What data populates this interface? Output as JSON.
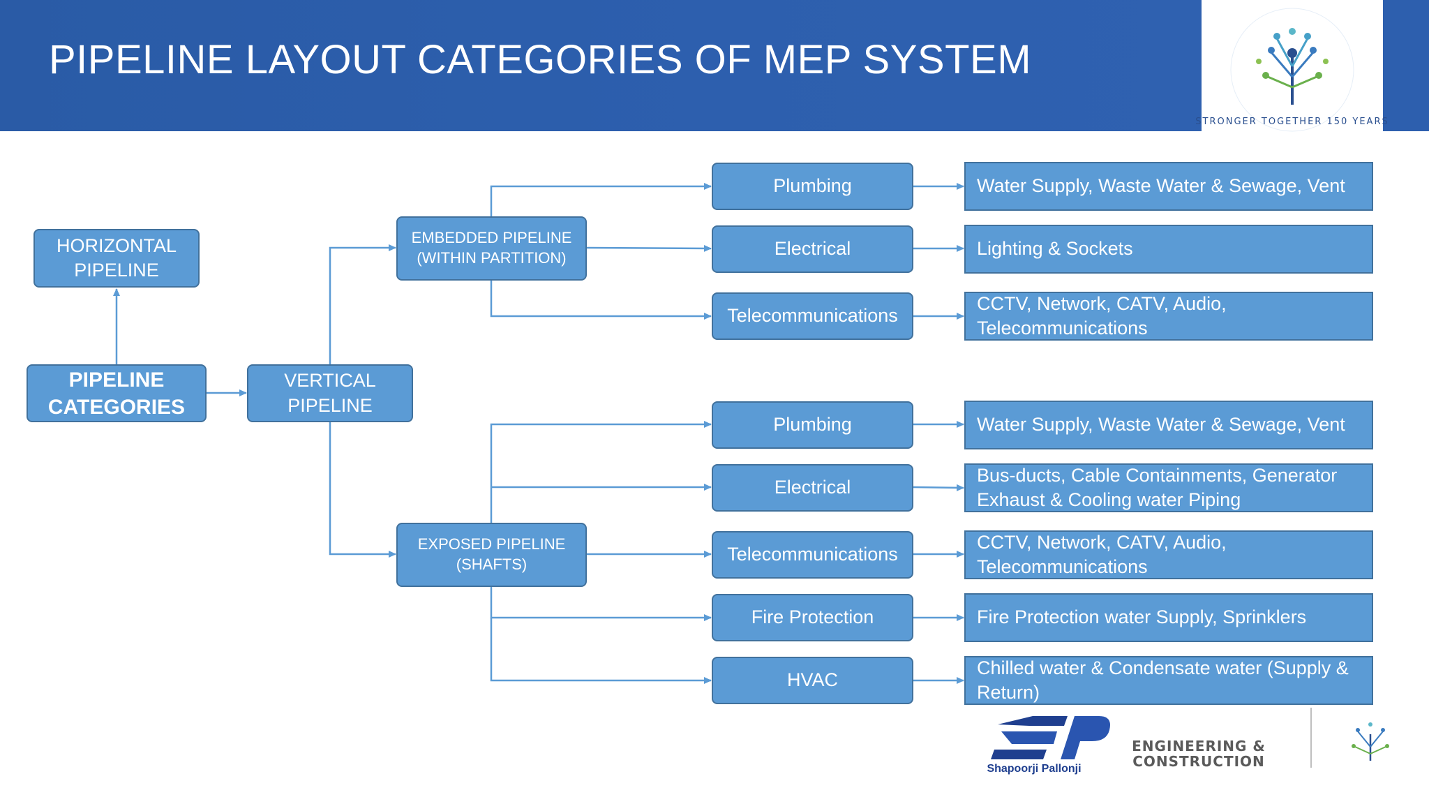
{
  "title": "PIPELINE LAYOUT CATEGORIES OF MEP SYSTEM",
  "colors": {
    "box": "#5b9bd5",
    "border": "#41719c",
    "header": "#2d5fae",
    "connector": "#5b9bd5"
  },
  "logo": {
    "ring_text": "STRONGER TOGETHER 150 YEARS"
  },
  "footer": {
    "brand": "Shapoorji Pallonji",
    "division_line1": "ENGINEERING &",
    "division_line2": "CONSTRUCTION"
  },
  "root": {
    "line1": "PIPELINE",
    "line2": "CATEGORIES"
  },
  "horizontal": {
    "line1": "HORIZONTAL",
    "line2": "PIPELINE"
  },
  "vertical": {
    "line1": "VERTICAL",
    "line2": "PIPELINE"
  },
  "embedded": {
    "line1": "EMBEDDED PIPELINE",
    "line2": "(WITHIN PARTITION)"
  },
  "exposed": {
    "line1": "EXPOSED PIPELINE",
    "line2": "(SHAFTS)"
  },
  "embedded_items": [
    {
      "category": "Plumbing",
      "details": "Water Supply, Waste Water & Sewage, Vent"
    },
    {
      "category": "Electrical",
      "details": "Lighting & Sockets"
    },
    {
      "category": "Telecommunications",
      "details": "CCTV, Network, CATV, Audio, Telecommunications"
    }
  ],
  "exposed_items": [
    {
      "category": "Plumbing",
      "details": "Water Supply, Waste Water & Sewage, Vent"
    },
    {
      "category": "Electrical",
      "details": "Bus-ducts, Cable Containments, Generator Exhaust & Cooling water Piping"
    },
    {
      "category": "Telecommunications",
      "details": "CCTV, Network, CATV, Audio, Telecommunications"
    },
    {
      "category": "Fire Protection",
      "details": "Fire Protection water Supply, Sprinklers"
    },
    {
      "category": "HVAC",
      "details": "Chilled water & Condensate water (Supply & Return)"
    }
  ]
}
